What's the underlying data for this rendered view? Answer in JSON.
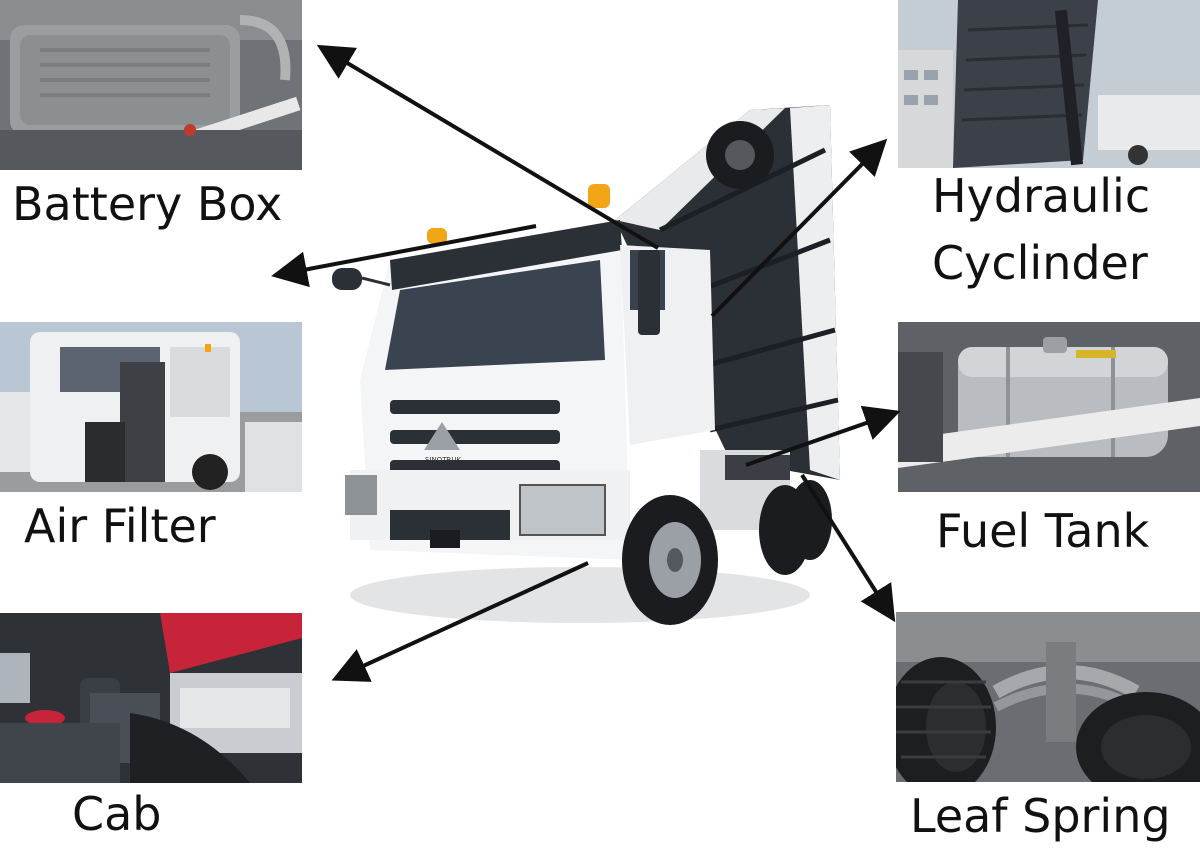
{
  "labels": {
    "battery_box": "Battery Box",
    "air_filter": "Air Filter",
    "cab": "Cab",
    "hydraulic_line1": "Hydraulic",
    "hydraulic_line2": "Cyclinder",
    "fuel_tank": "Fuel Tank",
    "leaf_spring": "Leaf Spring"
  },
  "truck_badge": "SINOTRUK",
  "colors": {
    "arrow": "#111111",
    "truck_body": "#f4f5f6",
    "truck_dark": "#2b2f36",
    "beacon": "#f2a516",
    "cab_interior_accent": "#c7243a"
  }
}
